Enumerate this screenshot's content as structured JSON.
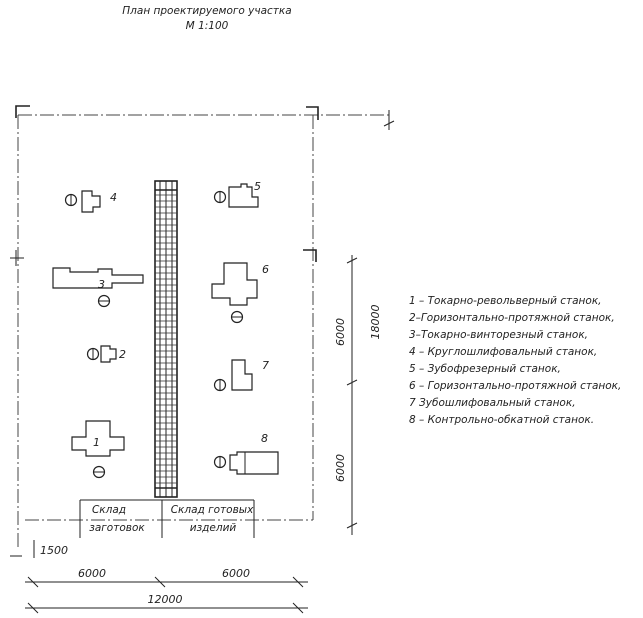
{
  "title": "План проектируемого участка",
  "scale": "М 1:100",
  "dimensions": {
    "left_offset": "1500",
    "half_left": "6000",
    "half_right": "6000",
    "total_width": "12000",
    "right_upper": "6000",
    "right_lower": "6000",
    "total_height": "18000"
  },
  "storage": {
    "blanks_line1": "Склад",
    "blanks_line2": "заготовок",
    "finished_line1": "Склад готовых",
    "finished_line2": "изделий"
  },
  "machines": [
    {
      "number": "1",
      "name": "Токарно-револьверный станок"
    },
    {
      "number": "2",
      "name": "Горизонтально-протяжной станок"
    },
    {
      "number": "3",
      "name": "Токарно-винторезный станок"
    },
    {
      "number": "4",
      "name": "Круглошлифовальный станок"
    },
    {
      "number": "5",
      "name": "Зубофрезерный станок"
    },
    {
      "number": "6",
      "name": "Горизонтально-протяжной станок"
    },
    {
      "number": "7",
      "name": "Зубошлифовальный станок"
    },
    {
      "number": "8",
      "name": "Контрольно-обкатной станок"
    }
  ],
  "legend": [
    "1 – Токарно-револьверный станок,",
    "2–Горизонтально-протяжной станок,",
    "3–Токарно-винторезный станок,",
    "4 – Круглошлифовальный станок,",
    "5 – Зубофрезерный станок,",
    "6 – Горизонтально-протяжной станок,",
    "7     Зубошлифовальный станок,",
    "8 – Контрольно-обкатной станок."
  ]
}
